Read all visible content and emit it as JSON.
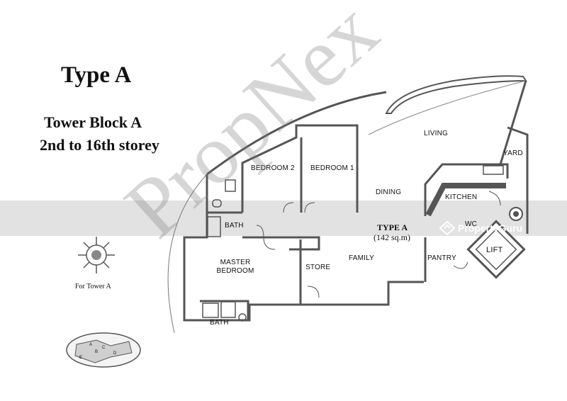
{
  "title": "Type A",
  "subtitle_line1": "Tower Block A",
  "subtitle_line2": "2nd to 16th storey",
  "rooms": {
    "living": "LIVING",
    "yard": "YARD",
    "bedroom2": "BEDROOM 2",
    "bedroom1": "BEDROOM 1",
    "dining": "DINING",
    "kitchen": "KITCHEN",
    "wc": "WC",
    "bath_upper": "BATH",
    "type": "TYPE A",
    "area": "(142 sq.m)",
    "lift": "LIFT",
    "family": "FAMILY",
    "pantry": "PANTRY",
    "master_bedroom": "MASTER BEDROOM",
    "store": "STORE",
    "bath_lower": "BATH"
  },
  "compass_label": "For Tower A",
  "key_plan_letters": [
    "A",
    "B",
    "C",
    "D",
    "E"
  ],
  "watermark": "PropNex",
  "brand": "PropertyGuru",
  "colors": {
    "wall": "#555555",
    "banner": "#969696"
  }
}
